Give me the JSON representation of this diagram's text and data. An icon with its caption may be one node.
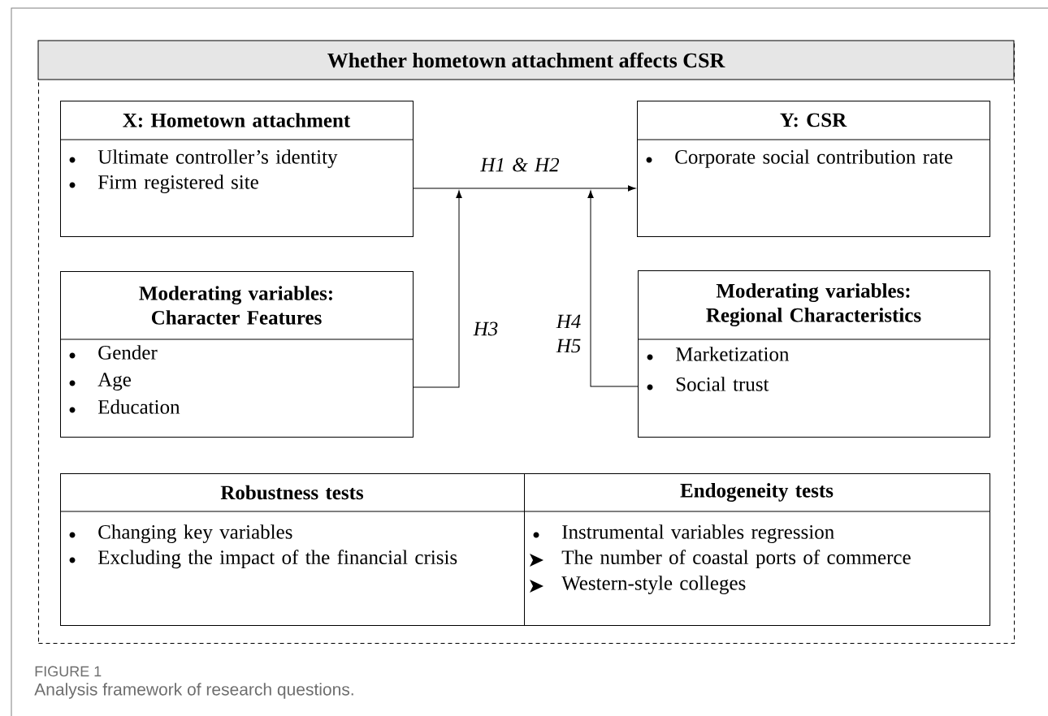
{
  "diagram": {
    "caption": "Analysis framework of research questions.",
    "nodes": [
      {
        "text": [
          "Whether hometown attachment affects CSR"
        ]
      },
      {
        "text": [
          "X: Hometown attachment",
          "Ultimate controller’s identity",
          "Firm registered site"
        ],
        "in": 0
      },
      {
        "text": [
          "Y: CSR",
          "Corporate social contribution rate"
        ],
        "in": 0
      },
      {
        "text": [
          "Moderating variables: Character Features",
          "Gender",
          "Age",
          "Education"
        ],
        "in": 0
      },
      {
        "text": [
          "Moderating variables: Regional Characteristics",
          "Marketization",
          "Social trust"
        ],
        "in": 0
      },
      {
        "text": [
          "Robustness tests",
          "Changing key variables",
          "Excluding the impact of the financial crisis"
        ],
        "in": 0
      },
      {
        "text": [
          "Endogeneity tests",
          "Instrumental variables regression",
          "The number of coastal ports of commerce",
          "Western-style colleges"
        ],
        "in": 0
      }
    ],
    "edges": [
      {
        "from": 1,
        "to": 2,
        "arrow": "to",
        "label": "H1 & H2"
      },
      {
        "from": 3,
        "to": null,
        "arrow": "to",
        "label": "H3"
      },
      {
        "from": 4,
        "to": null,
        "arrow": "to",
        "label": "H4 H5"
      }
    ],
    "labels": [
      "FIGURE 1"
    ]
  }
}
